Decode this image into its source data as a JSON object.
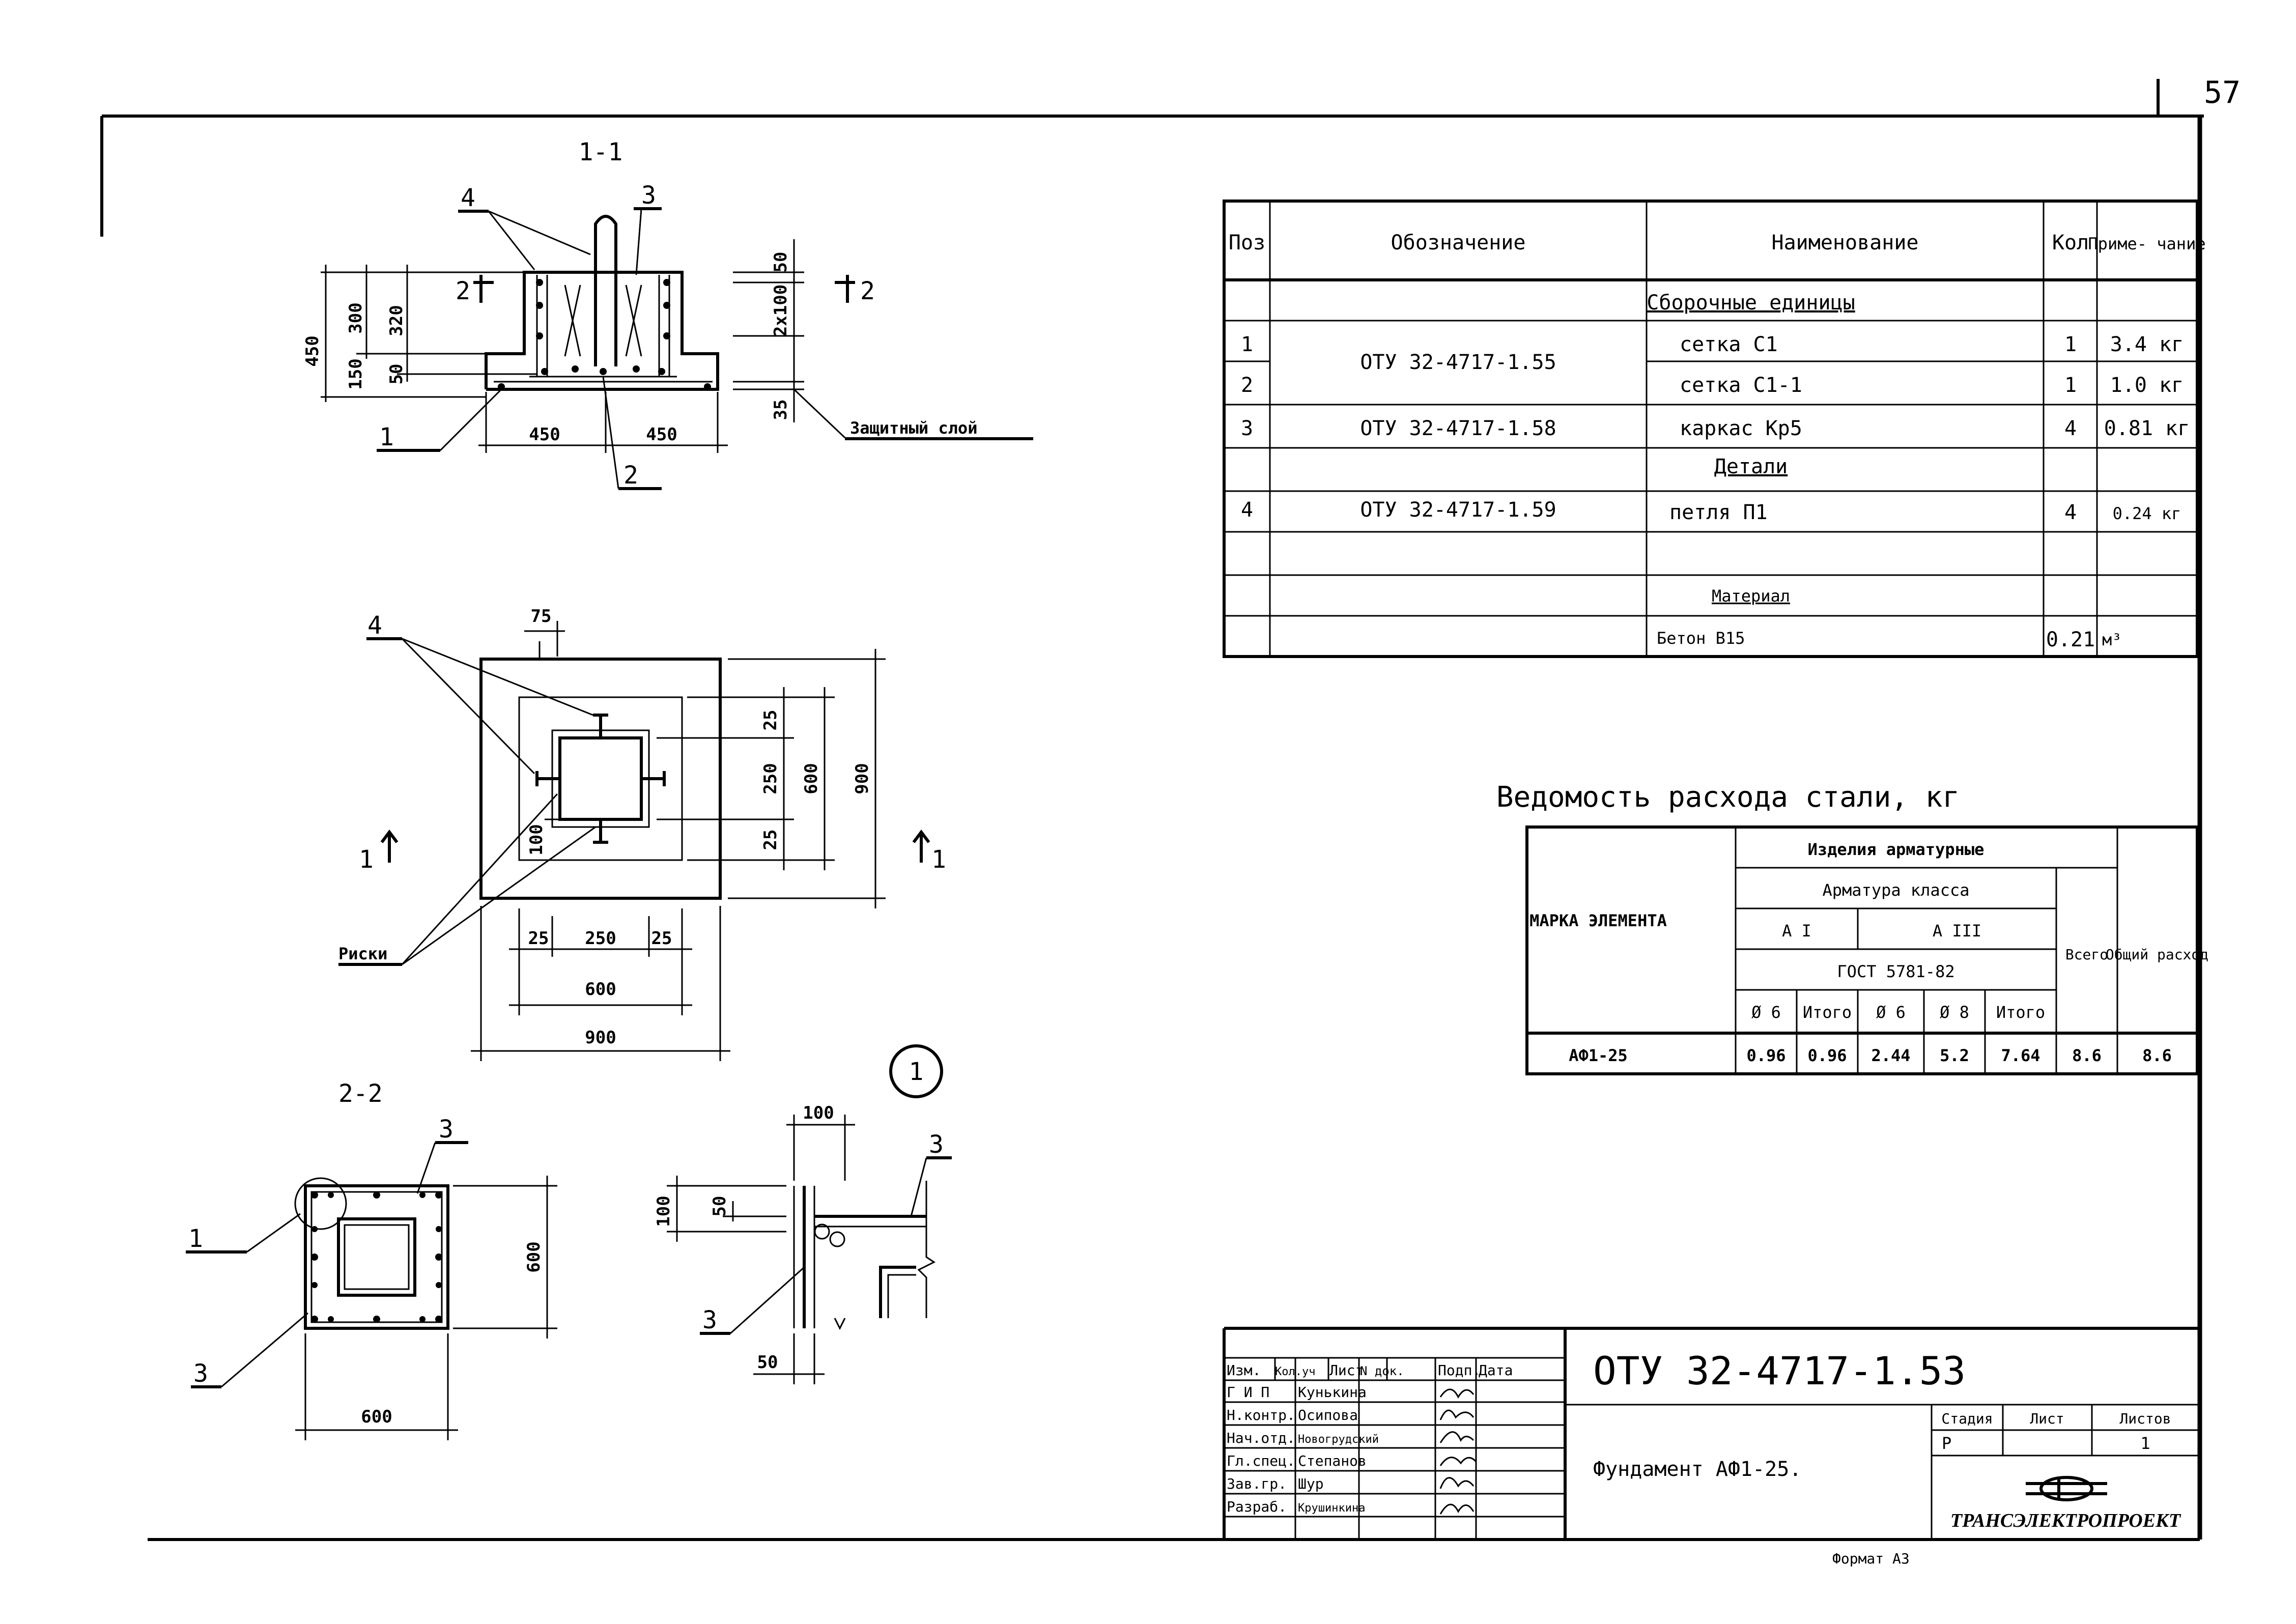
{
  "sheet": {
    "page_number": "57",
    "format": "Формат A3"
  },
  "section_11": {
    "title": "1-1",
    "dims_left": [
      "450",
      "300",
      "150",
      "320",
      "50"
    ],
    "dims_bottom": [
      "450",
      "450"
    ],
    "dims_right": [
      "50",
      "2x100",
      "35"
    ],
    "cut_mark": "2",
    "protective_layer": "Защитный слой",
    "callouts": [
      "1",
      "2",
      "3",
      "4"
    ]
  },
  "plan": {
    "dims_top": [
      "75"
    ],
    "dims_right": [
      "25",
      "250",
      "25",
      "600",
      "900"
    ],
    "dims_bottom": [
      "25",
      "250",
      "25",
      "600",
      "900"
    ],
    "dim_inner": "100",
    "cut_mark": "1",
    "callout": "4",
    "risks_label": "Риски"
  },
  "section_22": {
    "title": "2-2",
    "dims": [
      "600",
      "600"
    ],
    "callouts": [
      "1",
      "3",
      "3"
    ]
  },
  "detail_1": {
    "number": "1",
    "dims": [
      "100",
      "100",
      "50",
      "50"
    ],
    "callouts": [
      "3",
      "3"
    ]
  },
  "spec_table": {
    "headers": [
      "Поз",
      "Обозначение",
      "Наименование",
      "Кол",
      "Приме- чание"
    ],
    "groups": {
      "assembly": "Сборочные единицы",
      "details": "Детали",
      "material": "Материал"
    },
    "rows": [
      {
        "pos": "1",
        "designation": "ОТУ 32-4717-1.55",
        "name": "сетка С1",
        "qty": "1",
        "note": "3.4 кг"
      },
      {
        "pos": "2",
        "designation": "",
        "name": "сетка С1-1",
        "qty": "1",
        "note": "1.0 кг"
      },
      {
        "pos": "3",
        "designation": "ОТУ 32-4717-1.58",
        "name": "каркас Кр5",
        "qty": "4",
        "note": "0.81 кг"
      },
      {
        "pos": "4",
        "designation": "ОТУ 32-4717-1.59",
        "name": "петля П1",
        "qty": "4",
        "note": "0.24 кг"
      },
      {
        "pos": "",
        "designation": "",
        "name": "Бетон В15",
        "qty": "0.21",
        "note": "м³"
      }
    ]
  },
  "steel_table": {
    "title": "Ведомость расхода стали, кг",
    "mark_header": "МАРКА ЭЛЕМЕНТА",
    "products": "Изделия арматурные",
    "rebar_class": "Арматура класса",
    "class_ai": "А I",
    "class_aiii": "А III",
    "gost": "ГОСТ 5781-82",
    "total": "Всего",
    "general": "Общий расход",
    "sub": [
      "Ø 6",
      "Итого",
      "Ø 6",
      "Ø 8",
      "Итого"
    ],
    "row": {
      "mark": "АФ1-25",
      "values": [
        "0.96",
        "0.96",
        "2.44",
        "5.2",
        "7.64",
        "8.6",
        "8.6"
      ]
    }
  },
  "title_block": {
    "code": "ОТУ 32-4717-1.53",
    "description": "Фундамент АФ1-25.",
    "header": [
      "Изм.",
      "Кол.уч",
      "Лист",
      "N док.",
      "Подп.",
      "Дата"
    ],
    "people": [
      {
        "role": "Г И П",
        "name": "Кунькина"
      },
      {
        "role": "Н.контр.",
        "name": "Осипова"
      },
      {
        "role": "Нач.отд.",
        "name": "Новогрудский"
      },
      {
        "role": "Гл.спец.",
        "name": "Степанов"
      },
      {
        "role": "Зав.гр.",
        "name": "Шур"
      },
      {
        "role": "Разраб.",
        "name": "Крушинкина"
      }
    ],
    "stage_label": "Стадия",
    "sheet_label": "Лист",
    "sheets_label": "Листов",
    "stage": "Р",
    "sheet": "",
    "sheets": "1",
    "org": "ТРАНСЭЛЕКТРОПРОЕКТ"
  }
}
